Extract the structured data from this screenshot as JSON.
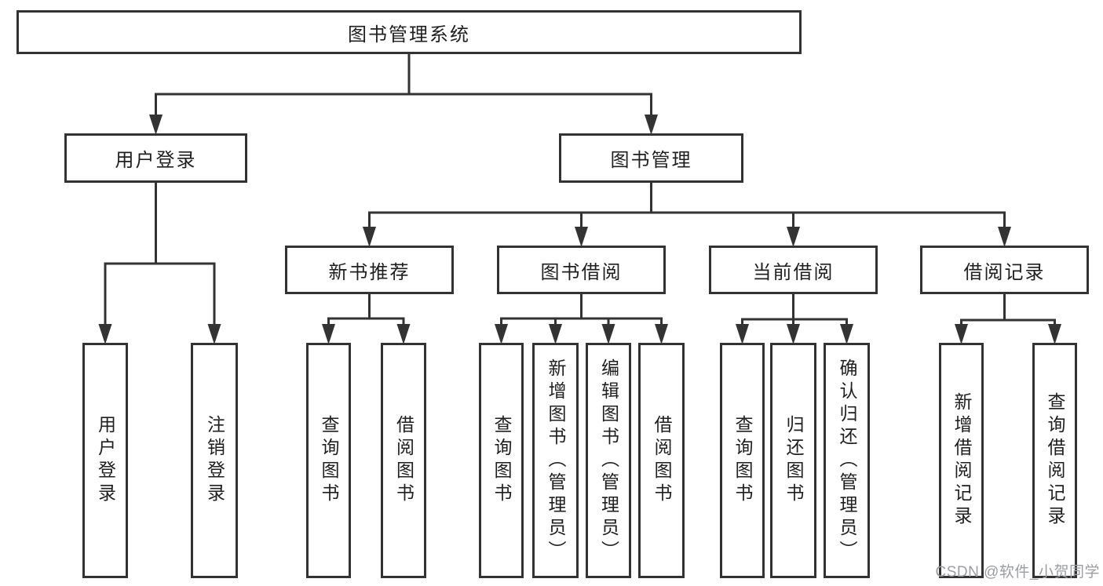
{
  "diagram": {
    "title": "图书管理系统",
    "root": {
      "id": "system",
      "label": "图书管理系统",
      "children": [
        {
          "id": "user-login",
          "label": "用户登录",
          "children": [
            {
              "id": "login",
              "label": "用户登录"
            },
            {
              "id": "logout",
              "label": "注销登录"
            }
          ]
        },
        {
          "id": "book-mgmt",
          "label": "图书管理",
          "children": [
            {
              "id": "new-books",
              "label": "新书推荐",
              "children": [
                {
                  "id": "nb-query",
                  "label": "查询图书"
                },
                {
                  "id": "nb-borrow",
                  "label": "借阅图书"
                }
              ]
            },
            {
              "id": "book-borrow",
              "label": "图书借阅",
              "children": [
                {
                  "id": "bb-query",
                  "label": "查询图书"
                },
                {
                  "id": "bb-add",
                  "label": "新增图书（管理员）"
                },
                {
                  "id": "bb-edit",
                  "label": "编辑图书（管理员）"
                },
                {
                  "id": "bb-borrow",
                  "label": "借阅图书"
                }
              ]
            },
            {
              "id": "current-borrow",
              "label": "当前借阅",
              "children": [
                {
                  "id": "cb-query",
                  "label": "查询图书"
                },
                {
                  "id": "cb-return",
                  "label": "归还图书"
                },
                {
                  "id": "cb-confirm",
                  "label": "确认归还（管理员）"
                }
              ]
            },
            {
              "id": "borrow-records",
              "label": "借阅记录",
              "children": [
                {
                  "id": "br-add",
                  "label": "新增借阅记录"
                },
                {
                  "id": "br-query",
                  "label": "查询借阅记录"
                }
              ]
            }
          ]
        }
      ]
    }
  },
  "watermark": {
    "text": "CSDN @软件_小贺同学"
  },
  "colors": {
    "line": "#333333",
    "box_border": "#333333",
    "box_background": "#ffffff",
    "text": "#1f1f1f",
    "watermark": "#9b9da0",
    "page_background": "#ffffff"
  }
}
